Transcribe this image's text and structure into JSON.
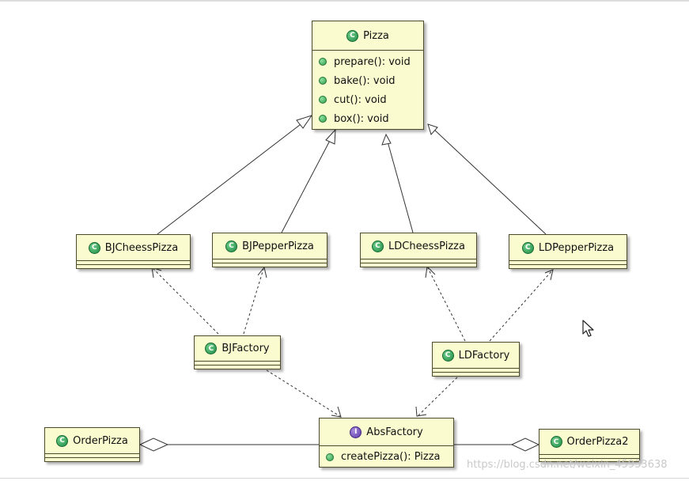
{
  "classes": {
    "pizza": {
      "name": "Pizza",
      "methods": [
        "prepare(): void",
        "bake(): void",
        "cut(): void",
        "box(): void"
      ]
    },
    "bj_cheess_pizza": {
      "name": "BJCheessPizza"
    },
    "bj_pepper_pizza": {
      "name": "BJPepperPizza"
    },
    "ld_cheess_pizza": {
      "name": "LDCheessPizza"
    },
    "ld_pepper_pizza": {
      "name": "LDPepperPizza"
    },
    "bj_factory": {
      "name": "BJFactory"
    },
    "ld_factory": {
      "name": "LDFactory"
    },
    "abs_factory": {
      "name": "AbsFactory",
      "methods": [
        "createPizza(): Pizza"
      ]
    },
    "order_pizza": {
      "name": "OrderPizza"
    },
    "order_pizza2": {
      "name": "OrderPizza2"
    }
  },
  "watermark": "https://blog.csdn.net/weixin_45933638",
  "icons": {
    "class_badge": "C",
    "interface_badge": "I",
    "method": "method-dot-icon",
    "pointer": "mouse-cursor-icon"
  },
  "colors": {
    "box_fill": "#fbfbd0",
    "border": "#4b4b2c",
    "class_badge": "#1f8a45",
    "interface_badge": "#5b3aa6"
  }
}
